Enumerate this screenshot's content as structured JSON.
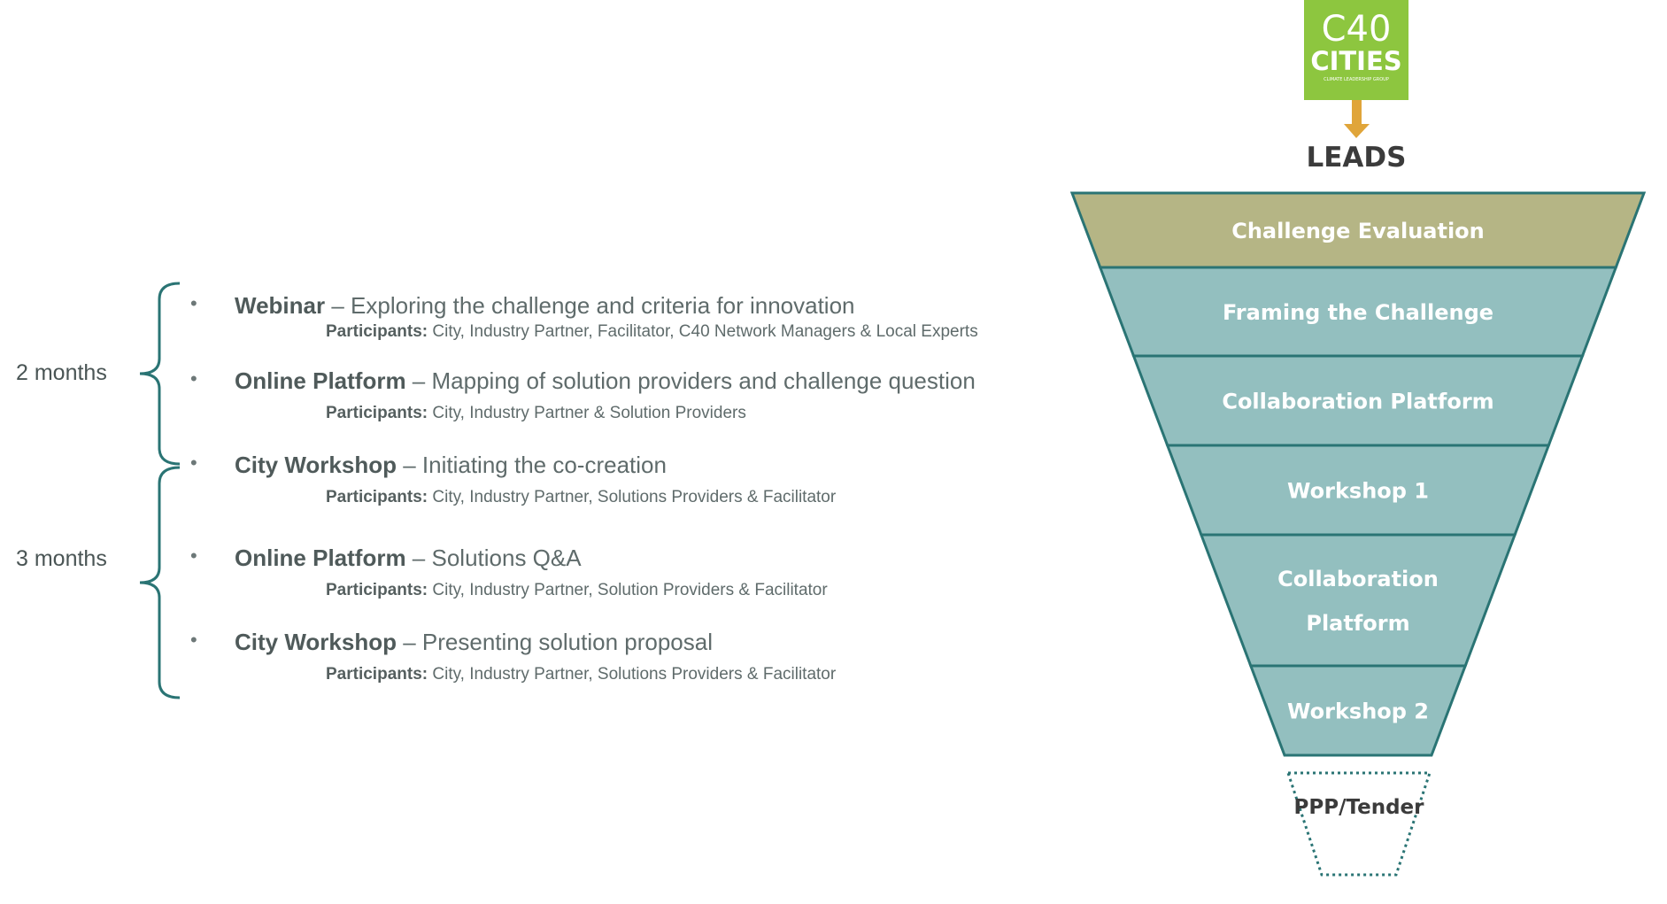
{
  "durations": [
    {
      "label": "2 months"
    },
    {
      "label": "3 months"
    }
  ],
  "activities": [
    {
      "title": "Webinar",
      "separator": " – ",
      "description": "Exploring the challenge and criteria for innovation",
      "participants_label": "Participants:",
      "participants": "City, Industry Partner, Facilitator, C40 Network Managers & Local Experts"
    },
    {
      "title": "Online Platform",
      "separator": " – ",
      "description": "Mapping of solution providers and challenge question",
      "participants_label": "Participants:",
      "participants": "City, Industry Partner & Solution Providers"
    },
    {
      "title": "City Workshop",
      "separator": " – ",
      "description": "Initiating the co-creation",
      "participants_label": "Participants:",
      "participants": "City, Industry Partner, Solutions Providers & Facilitator"
    },
    {
      "title": "Online Platform",
      "separator": " – ",
      "description": "Solutions Q&A",
      "participants_label": "Participants:",
      "participants": "City, Industry Partner, Solution Providers & Facilitator"
    },
    {
      "title": "City Workshop",
      "separator": " – ",
      "description": "Presenting solution proposal",
      "participants_label": "Participants:",
      "participants": "City, Industry Partner, Solutions Providers & Facilitator"
    }
  ],
  "bullet_char": "•",
  "logo": {
    "line1": "C40",
    "line2": "CITIES",
    "tagline": "CLIMATE LEADERSHIP GROUP",
    "color": "#8dc63f"
  },
  "leads_label": "LEADS",
  "funnel": {
    "stages": [
      {
        "lines": [
          "Challenge Evaluation"
        ],
        "fill": "#b5b585"
      },
      {
        "lines": [
          "Framing the Challenge"
        ],
        "fill": "#93bfbf"
      },
      {
        "lines": [
          "Collaboration Platform"
        ],
        "fill": "#93bfbf"
      },
      {
        "lines": [
          "Workshop 1"
        ],
        "fill": "#93bfbf"
      },
      {
        "lines": [
          "Collaboration",
          "Platform"
        ],
        "fill": "#93bfbf"
      },
      {
        "lines": [
          "Workshop 2"
        ],
        "fill": "#93bfbf"
      }
    ],
    "outcome": "PPP/Tender",
    "border_color": "#2a7474",
    "arrow_color": "#e0a53a"
  }
}
